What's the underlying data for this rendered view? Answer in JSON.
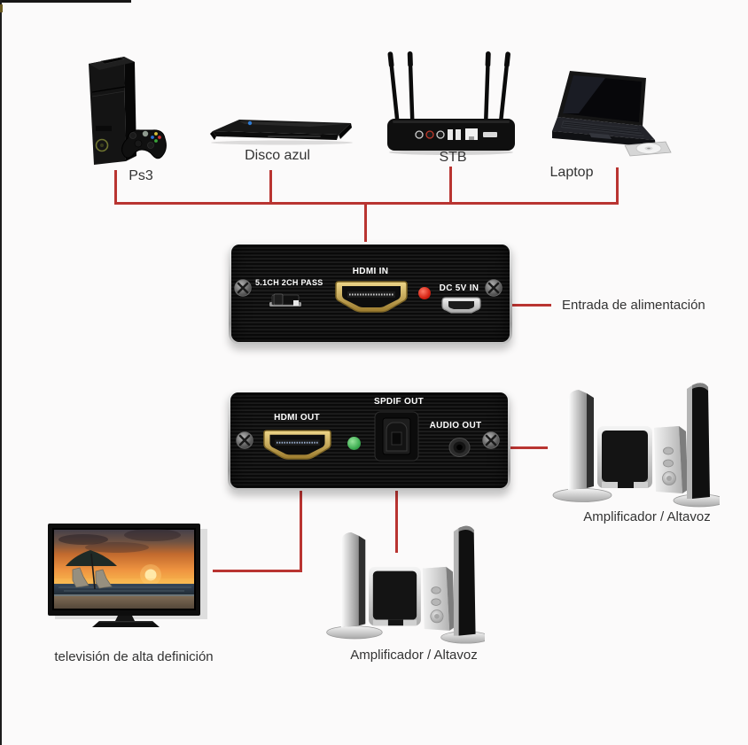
{
  "page": {
    "background": "#fbfafa"
  },
  "colors": {
    "connector_red": "#b93431",
    "led_red": "#d62314",
    "led_green": "#3fae53",
    "panel_silver": "#c9c9c9",
    "hdmi_gold": "#c9a64f"
  },
  "sources": {
    "ps3_label": "Ps3",
    "bluray_label": "Disco azul",
    "stb_label": "STB",
    "laptop_label": "Laptop"
  },
  "extractor": {
    "front_panel": {
      "mode_switch": "5.1CH 2CH PASS",
      "hdmi_in": "HDMI IN",
      "dc_power": "DC 5V IN"
    },
    "rear_panel": {
      "hdmi_out": "HDMI OUT",
      "spdif_out": "SPDIF OUT",
      "audio_out": "AUDIO OUT"
    }
  },
  "outputs": {
    "tv_label": "televisión de alta definición",
    "amp_right_label": "Amplificador / Altavoz",
    "amp_bottom_label": "Amplificador / Altavoz"
  },
  "annotations": {
    "power_input": "Entrada de alimentación"
  }
}
